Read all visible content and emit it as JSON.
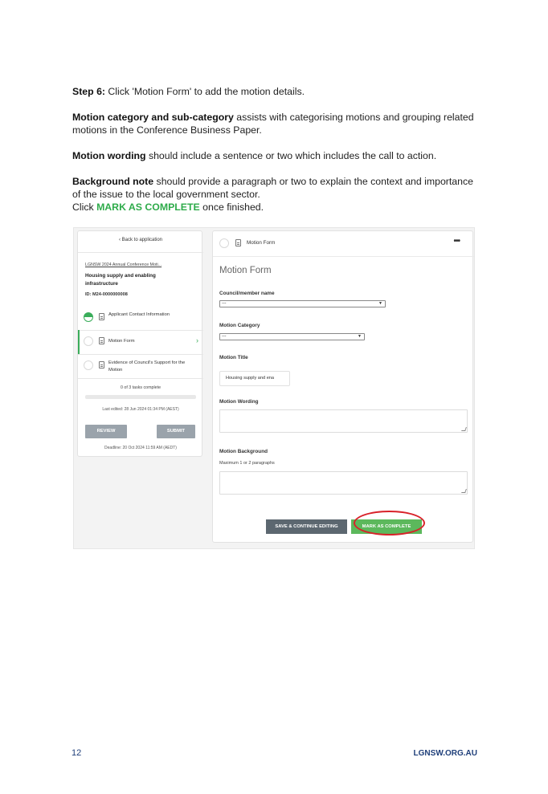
{
  "instructions": {
    "step6": {
      "label": "Step 6:",
      "text": " Click 'Motion Form' to add the motion details."
    },
    "category": {
      "label": "Motion category and sub-category",
      "text": " assists with categorising motions and grouping related motions in the Conference Business Paper."
    },
    "wording": {
      "label": "Motion wording",
      "text": " should include a sentence or two which includes the call to action."
    },
    "background": {
      "label": "Background note",
      "text": " should provide a paragraph or two to explain the context and importance of the issue to the local government sector."
    },
    "finish": {
      "prefix": "Click ",
      "highlight": "MARK AS COMPLETE",
      "suffix": " once finished."
    }
  },
  "sidebar": {
    "back_link": "‹ Back to application",
    "app_link": "LGNSW 2024 Annual Conference Moti...",
    "app_title": "Housing supply and enabling infrastructure",
    "app_id": "ID: M24-0000000008",
    "tasks": [
      {
        "label": "Applicant Contact Information",
        "status": "partial"
      },
      {
        "label": "Motion Form",
        "status": "active"
      },
      {
        "label": "Evidence of Council's Support for the Motion",
        "status": "empty"
      }
    ],
    "tasks_complete": "0 of 3 tasks complete",
    "progress_fraction": 0,
    "last_edited": "Last edited: 28 Jun 2024 01:34 PM (AEST)",
    "review_label": "REVIEW",
    "submit_label": "SUBMIT",
    "deadline": "Deadline: 20 Oct 2024 11:59 AM (AEDT)"
  },
  "form": {
    "header_title": "Motion Form",
    "menu_icon": "more-dots-icon",
    "heading": "Motion Form",
    "council_label": "Council/member name",
    "council_value": "---",
    "category_label": "Motion Category",
    "category_value": "---",
    "title_label": "Motion Title",
    "title_value": "Housing supply and ena",
    "wording_label": "Motion Wording",
    "background_label": "Motion Background",
    "background_hint": "Maximum 1 or 2 paragraphs",
    "save_label": "SAVE & CONTINUE EDITING",
    "complete_label": "MARK AS COMPLETE"
  },
  "footer": {
    "page_number": "12",
    "site": "LGNSW.ORG.AU"
  },
  "colors": {
    "accent_green": "#2eab4a",
    "highlight_red": "#d8222a",
    "footer_blue": "#1f3f7a"
  }
}
